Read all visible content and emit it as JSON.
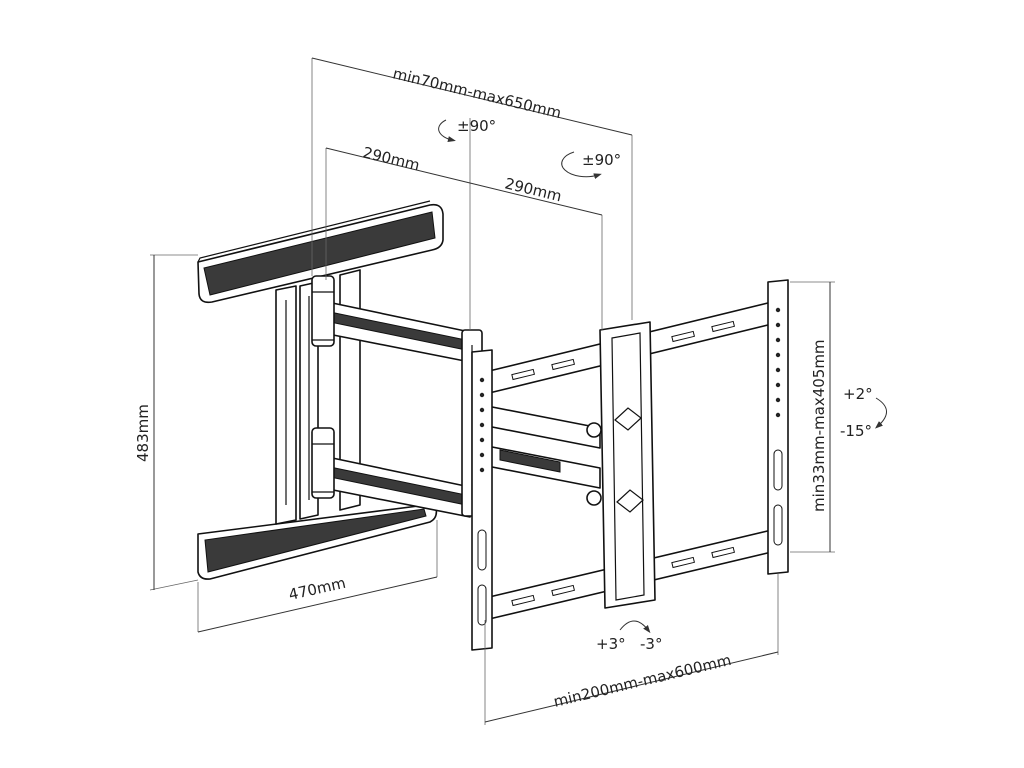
{
  "dimensions": {
    "arm_extension": "min70mm-max650mm",
    "arm_segment_1": "290mm",
    "arm_segment_2": "290mm",
    "height": "483mm",
    "wall_plate_width": "470mm",
    "vertical_range": "min33mm-max405mm",
    "horizontal_range": "min200mm-max600mm"
  },
  "rotation": {
    "swivel_1": "±90°",
    "swivel_2": "±90°",
    "tilt_up": "+2°",
    "tilt_down": "-15°",
    "level_plus": "+3°",
    "level_minus": "-3°"
  }
}
